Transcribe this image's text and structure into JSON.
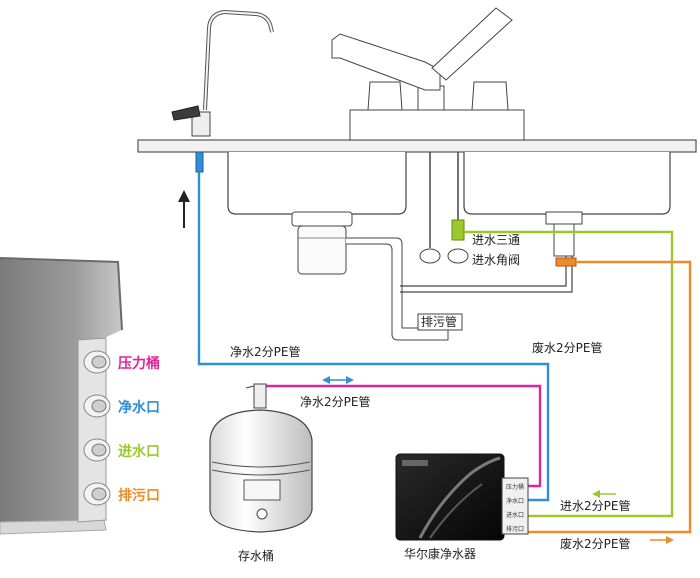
{
  "ports": {
    "pressure_tank": {
      "label": "压力桶",
      "color": "#e0259a"
    },
    "pure_water": {
      "label": "净水口",
      "color": "#2f8fd8"
    },
    "inlet": {
      "label": "进水口",
      "color": "#9cc82e"
    },
    "drain": {
      "label": "排污口",
      "color": "#ef8a2a"
    }
  },
  "sink_labels": {
    "inlet_tee": "进水三通",
    "inlet_angle_valve": "进水角阀",
    "drain_pipe": "排污管"
  },
  "pipe_labels": {
    "pure_pipe_top": "净水2分PE管",
    "pure_pipe_tank": "净水2分PE管",
    "waste_pipe": "废水2分PE管",
    "inlet_pipe": "进水2分PE管",
    "waste_pipe_bottom": "废水2分PE管"
  },
  "devices": {
    "storage_tank": "存水桶",
    "purifier": "华尔康净水器"
  },
  "purifier_panel": {
    "pressure_tank": "压力桶",
    "pure_water": "净水口",
    "inlet": "进水口",
    "drain": "排污口"
  }
}
